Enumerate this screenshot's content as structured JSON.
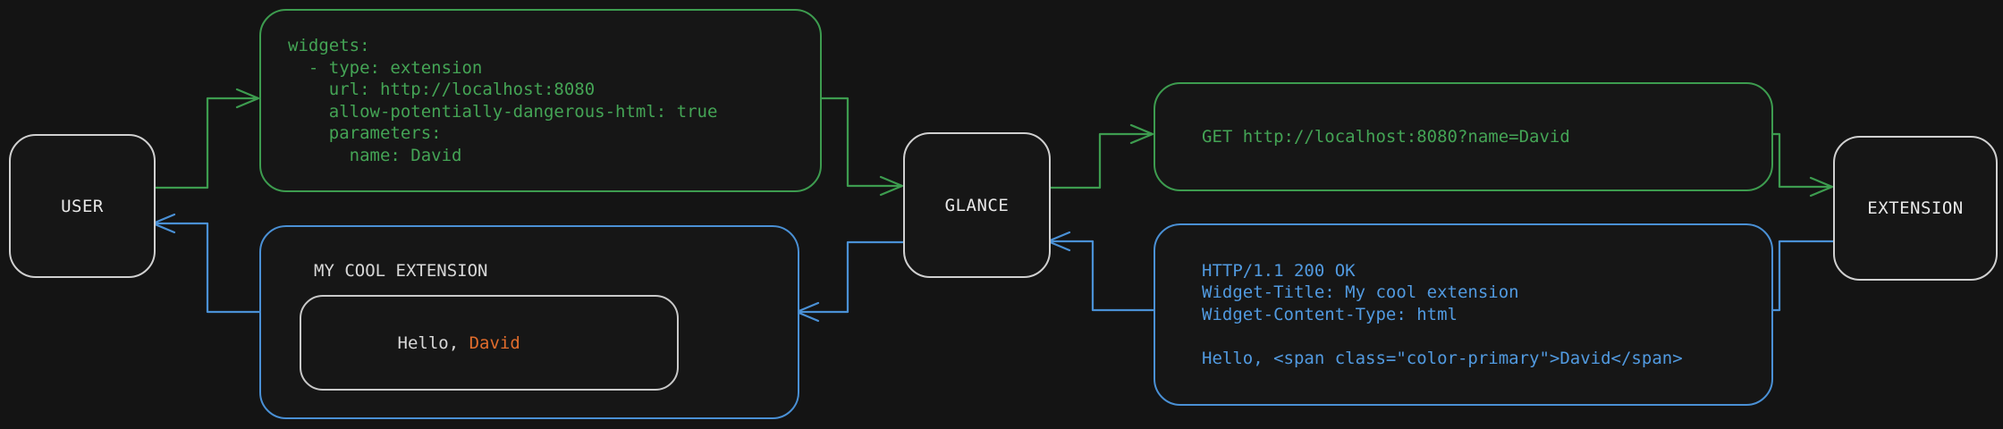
{
  "colors": {
    "background": "#141414",
    "green": "#3d9c4f",
    "blue": "#4a90d5",
    "orange": "#e06c2c",
    "node_border": "#d0d0d0",
    "light_text": "#d8d8d8"
  },
  "nodes": {
    "user": {
      "label": "USER"
    },
    "glance": {
      "label": "GLANCE"
    },
    "extension": {
      "label": "EXTENSION"
    }
  },
  "yaml_config": {
    "lines": [
      "widgets:",
      "  - type: extension",
      "    url: http://localhost:8080",
      "    allow-potentially-dangerous-html: true",
      "    parameters:",
      "      name: David"
    ]
  },
  "http_request": {
    "line": "GET http://localhost:8080?name=David"
  },
  "http_response": {
    "lines": [
      "HTTP/1.1 200 OK",
      "Widget-Title: My cool extension",
      "Widget-Content-Type: html",
      "",
      "Hello, <span class=\"color-primary\">David</span>"
    ]
  },
  "widget_preview": {
    "title": "MY COOL EXTENSION",
    "greeting_prefix": "Hello, ",
    "greeting_name": "David"
  }
}
